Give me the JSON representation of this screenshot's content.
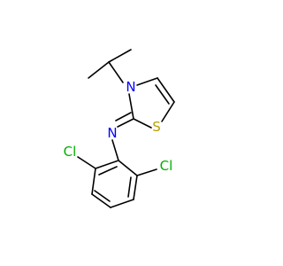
{
  "molecule": {
    "atoms": {
      "n_ring": {
        "label": "N",
        "color": "#0000ff"
      },
      "n_imine": {
        "label": "N",
        "color": "#0000ff"
      },
      "s": {
        "label": "S",
        "color": "#b8a000"
      },
      "cl_left": {
        "label": "Cl",
        "color": "#00b000"
      },
      "cl_right": {
        "label": "Cl",
        "color": "#00b000"
      }
    }
  }
}
